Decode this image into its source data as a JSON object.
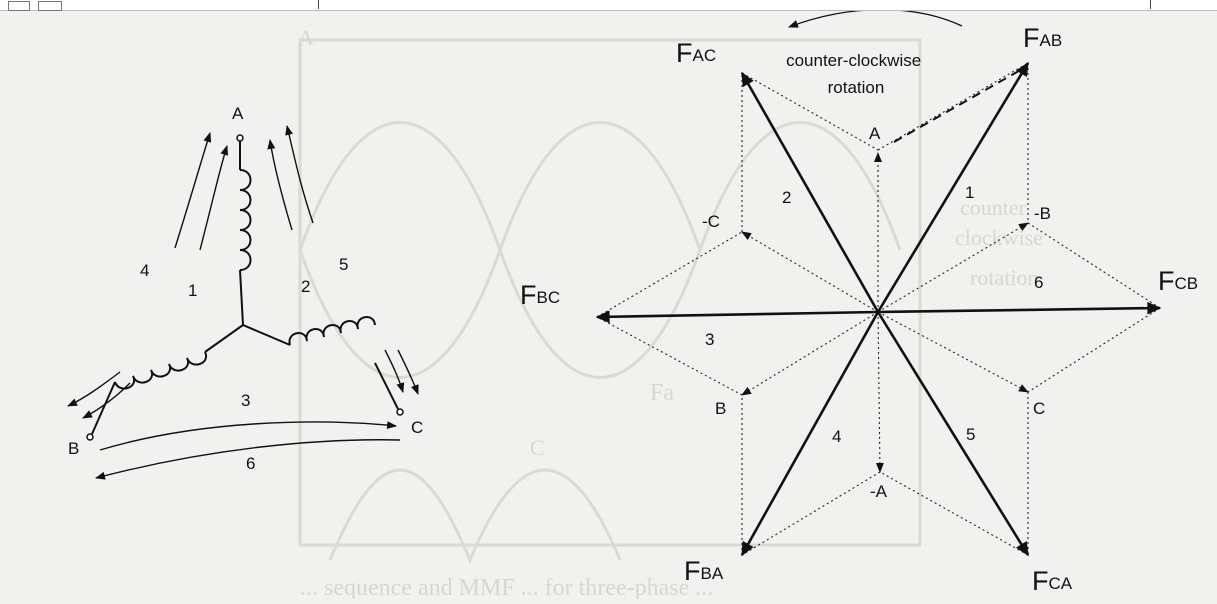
{
  "colors": {
    "ink": "#111111",
    "paper": "#f1f1ef",
    "ghost": "#d9d9d6"
  },
  "winding": {
    "terminals": {
      "a": "A",
      "b": "B",
      "c": "C"
    },
    "paths": [
      "1",
      "2",
      "3",
      "4",
      "5",
      "6"
    ]
  },
  "phasor": {
    "vectors": {
      "fab": {
        "main": "F",
        "sub": "AB"
      },
      "fac": {
        "main": "F",
        "sub": "AC"
      },
      "fbc": {
        "main": "F",
        "sub": "BC"
      },
      "fcb": {
        "main": "F",
        "sub": "CB"
      },
      "fba": {
        "main": "F",
        "sub": "BA"
      },
      "fca": {
        "main": "F",
        "sub": "CA"
      }
    },
    "components": {
      "a": "A",
      "neg_a": "-A",
      "b": "B",
      "neg_b": "-B",
      "c": "C",
      "neg_c": "-C"
    },
    "sectors": [
      "1",
      "2",
      "3",
      "4",
      "5",
      "6"
    ],
    "rotation_label": [
      "counter-clockwise",
      "rotation"
    ]
  }
}
